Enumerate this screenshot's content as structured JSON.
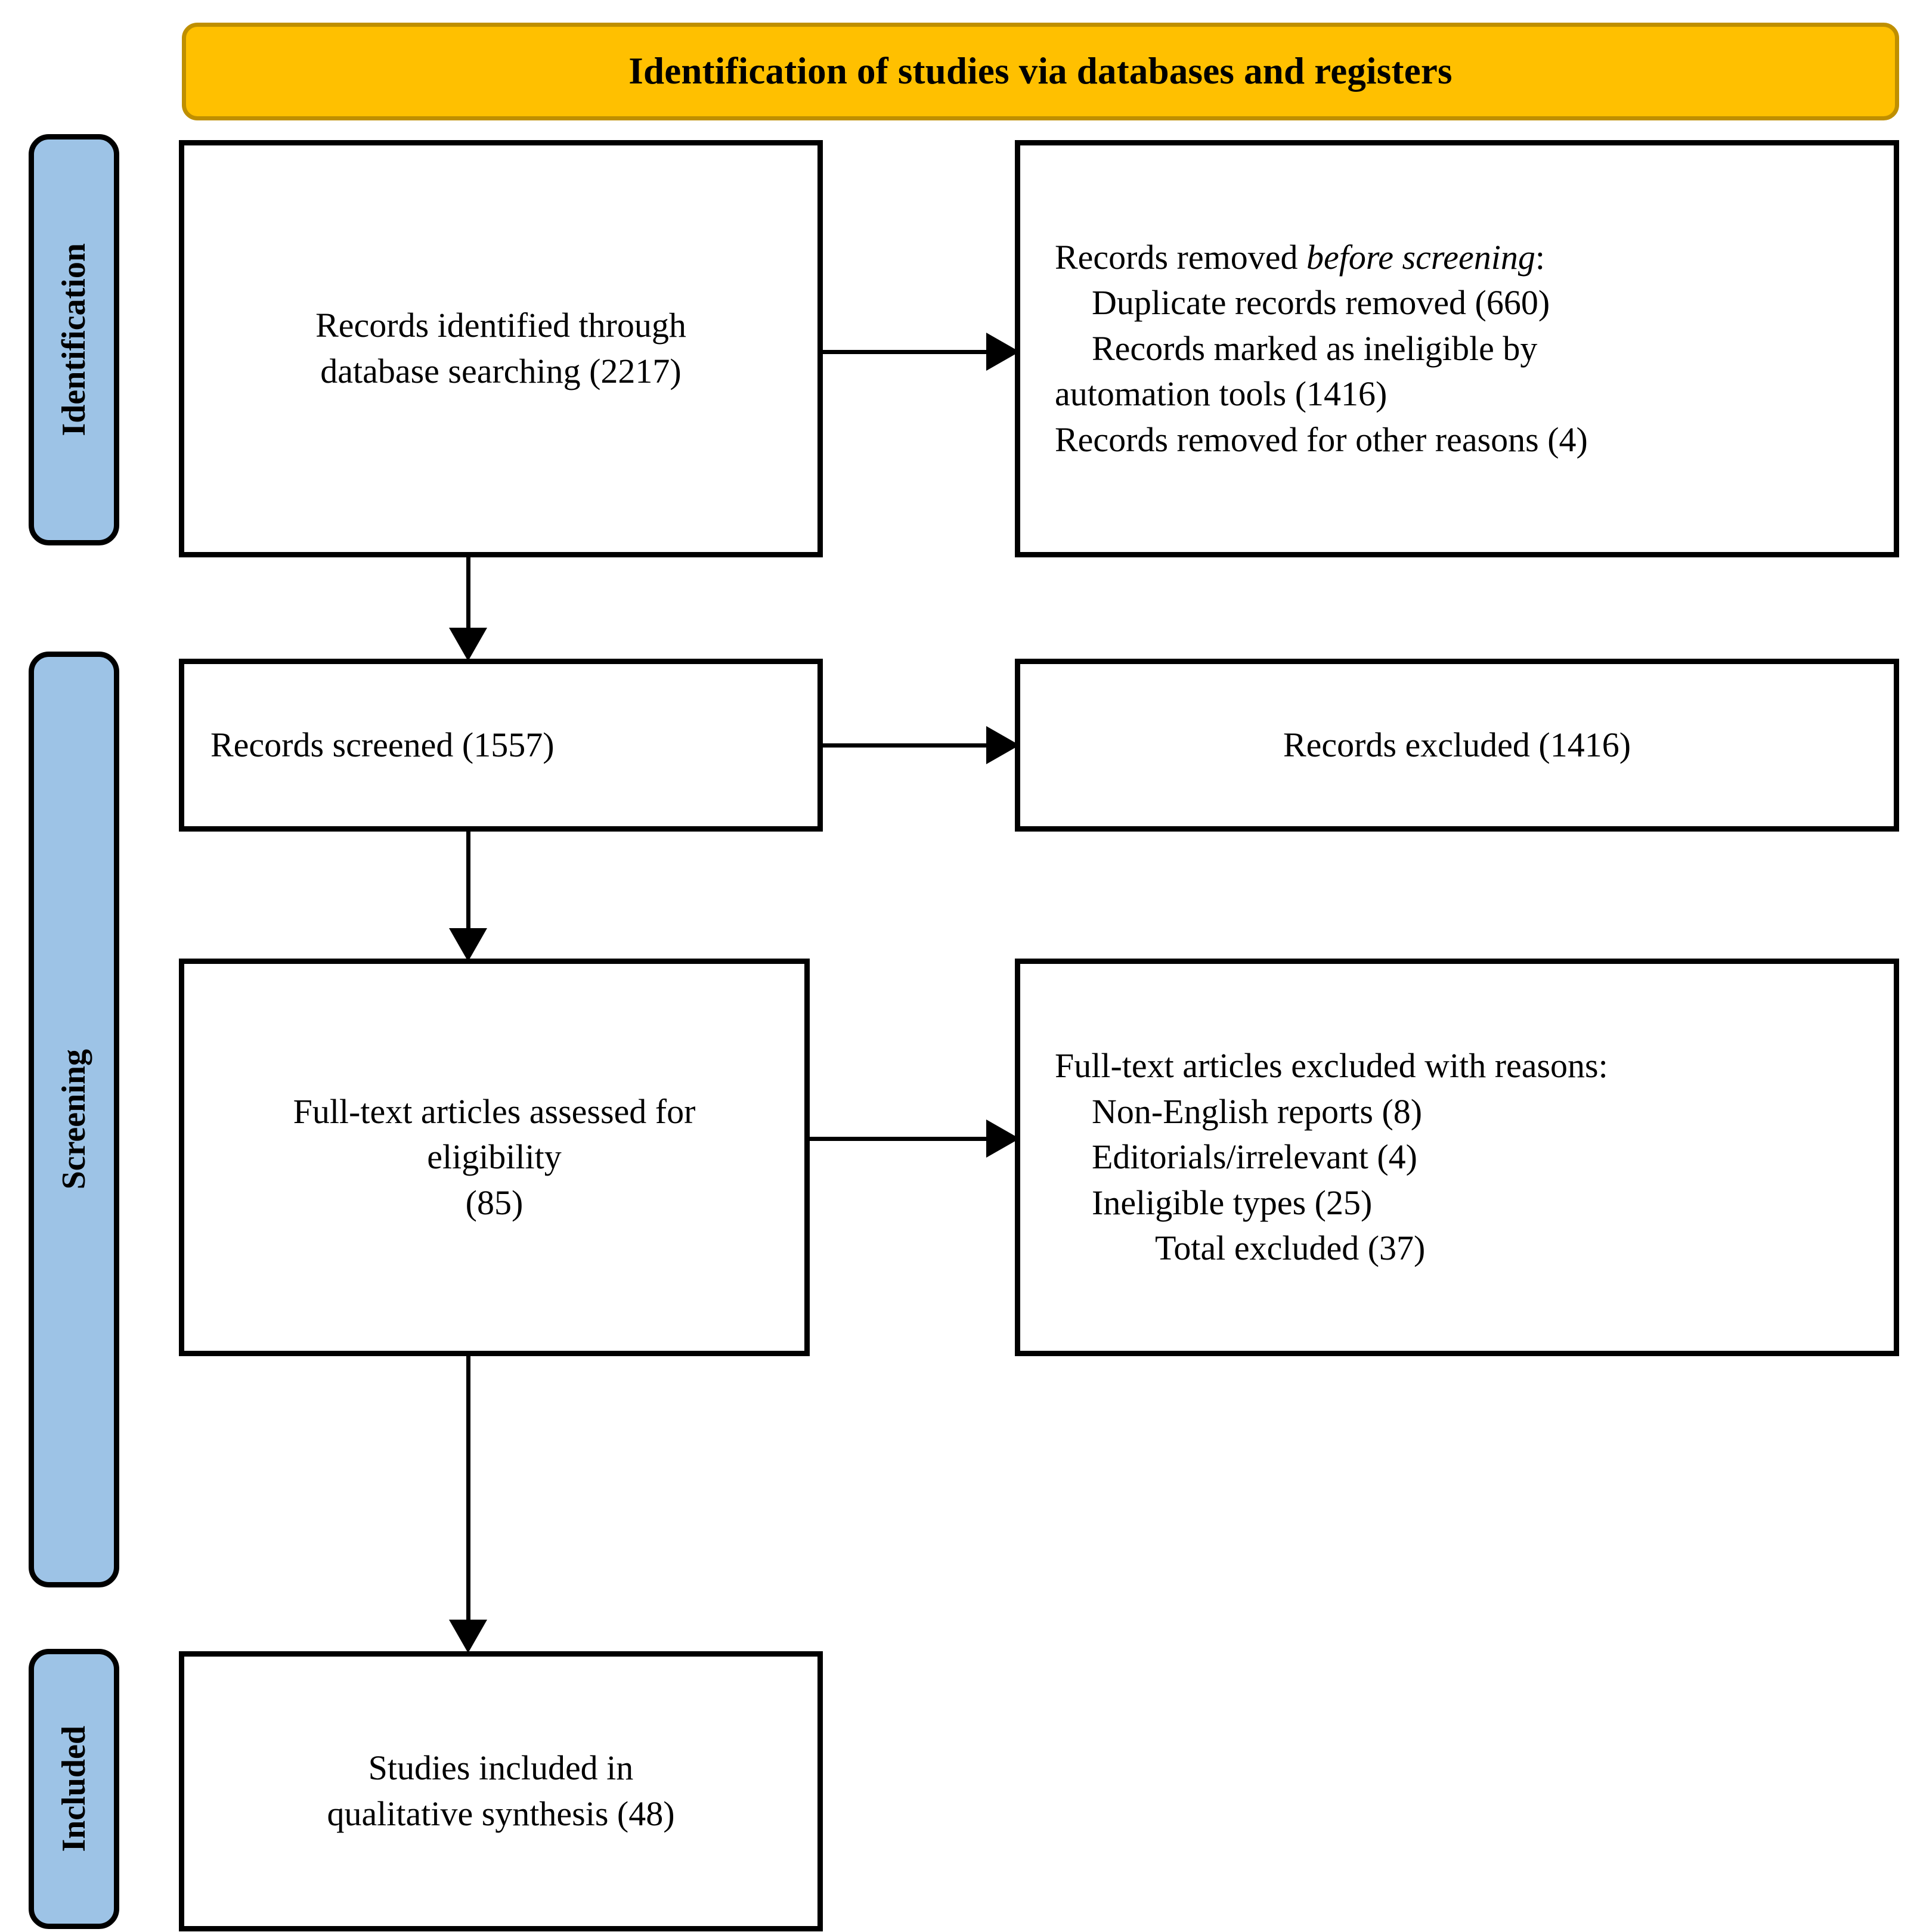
{
  "banner": {
    "title": "Identification of studies via databases and registers"
  },
  "phases": [
    {
      "id": "identification",
      "label": "Identification"
    },
    {
      "id": "screening",
      "label": "Screening"
    },
    {
      "id": "included",
      "label": "Included"
    }
  ],
  "boxes": {
    "identified": {
      "lines": [
        "Records identified through",
        "database searching (2217)"
      ]
    },
    "removed": {
      "heading_prefix": "Records removed ",
      "heading_italic": "before screening",
      "heading_suffix": ":",
      "items": [
        "Duplicate records removed (660)",
        "Records marked as ineligible by",
        "automation tools (1416)",
        "Records removed for other reasons (4)"
      ]
    },
    "screened": {
      "lines": [
        "Records screened (1557)"
      ]
    },
    "excluded": {
      "lines": [
        "Records excluded (1416)"
      ]
    },
    "fulltext": {
      "lines": [
        "Full-text articles assessed for",
        "eligibility",
        "(85)"
      ]
    },
    "ftexcluded": {
      "heading": "Full-text articles excluded with reasons:",
      "items": [
        "Non-English reports (8)",
        "Editorials/irrelevant (4)",
        "Ineligible types (25)"
      ],
      "total": "Total excluded (37)"
    },
    "included": {
      "lines": [
        "Studies included in",
        "qualitative synthesis (48)"
      ]
    }
  },
  "colors": {
    "banner_fill": "#FFC000",
    "banner_border": "#BF8F00",
    "phase_fill": "#9DC3E6",
    "box_border": "#000000",
    "text": "#000000"
  },
  "chart_data": {
    "type": "diagram",
    "title": "Identification of studies via databases and registers",
    "nodes": [
      {
        "id": "identified",
        "stage": "Identification",
        "label": "Records identified through database searching",
        "count": 2217
      },
      {
        "id": "removed",
        "stage": "Identification",
        "label": "Records removed before screening",
        "items": [
          {
            "label": "Duplicate records removed",
            "count": 660
          },
          {
            "label": "Records marked as ineligible by automation tools",
            "count": 1416
          },
          {
            "label": "Records removed for other reasons",
            "count": 4
          }
        ]
      },
      {
        "id": "screened",
        "stage": "Screening",
        "label": "Records screened",
        "count": 1557
      },
      {
        "id": "excluded",
        "stage": "Screening",
        "label": "Records excluded",
        "count": 1416
      },
      {
        "id": "fulltext",
        "stage": "Screening",
        "label": "Full-text articles assessed for eligibility",
        "count": 85
      },
      {
        "id": "ftexcluded",
        "stage": "Screening",
        "label": "Full-text articles excluded with reasons",
        "items": [
          {
            "label": "Non-English reports",
            "count": 8
          },
          {
            "label": "Editorials/irrelevant",
            "count": 4
          },
          {
            "label": "Ineligible types",
            "count": 25
          },
          {
            "label": "Total excluded",
            "count": 37
          }
        ]
      },
      {
        "id": "included",
        "stage": "Included",
        "label": "Studies included in qualitative synthesis",
        "count": 48
      }
    ],
    "edges": [
      {
        "from": "identified",
        "to": "removed",
        "direction": "right"
      },
      {
        "from": "identified",
        "to": "screened",
        "direction": "down"
      },
      {
        "from": "screened",
        "to": "excluded",
        "direction": "right"
      },
      {
        "from": "screened",
        "to": "fulltext",
        "direction": "down"
      },
      {
        "from": "fulltext",
        "to": "ftexcluded",
        "direction": "right"
      },
      {
        "from": "fulltext",
        "to": "included",
        "direction": "down"
      }
    ]
  }
}
